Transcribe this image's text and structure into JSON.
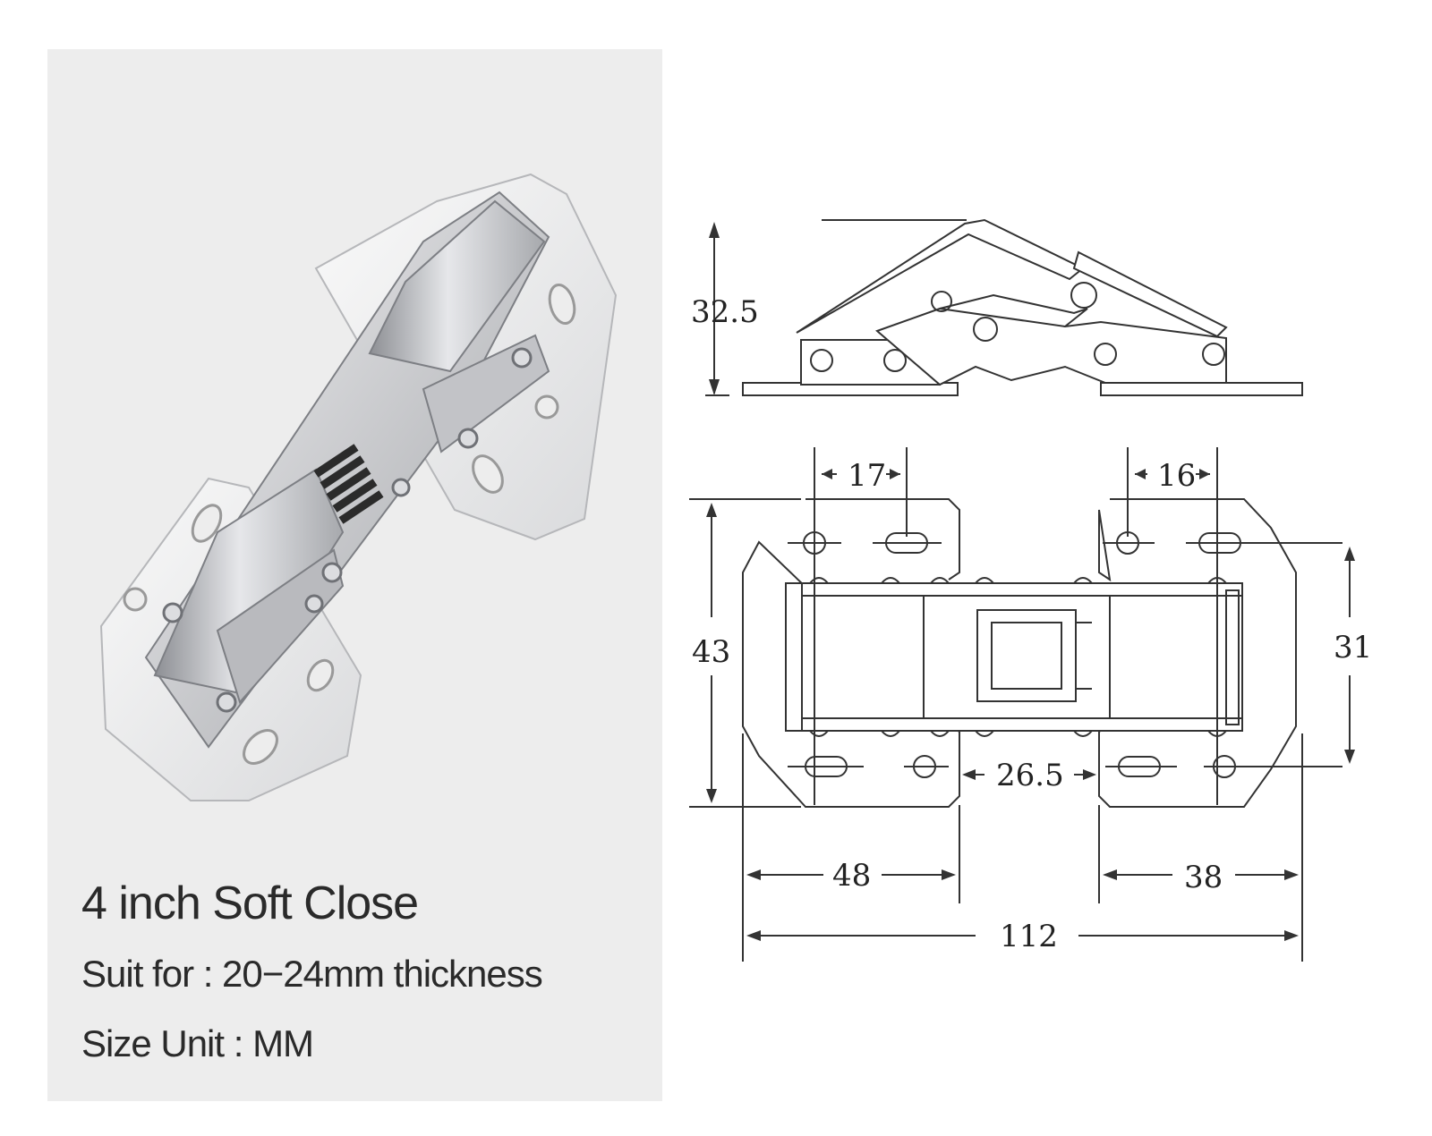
{
  "product": {
    "title": "4 inch Soft Close",
    "suit_for": "Suit for : 20−24mm thickness",
    "size_unit": "Size Unit : MM"
  },
  "dimensions": {
    "height_side": "32.5",
    "hole_spacing_left": "17",
    "hole_spacing_right": "16",
    "plate_height": "43",
    "hole_vertical": "31",
    "plate_gap": "26.5",
    "left_plate_width": "48",
    "right_plate_width": "38",
    "total_length": "112"
  },
  "colors": {
    "panel_background": "#ededed",
    "line": "#333333"
  }
}
